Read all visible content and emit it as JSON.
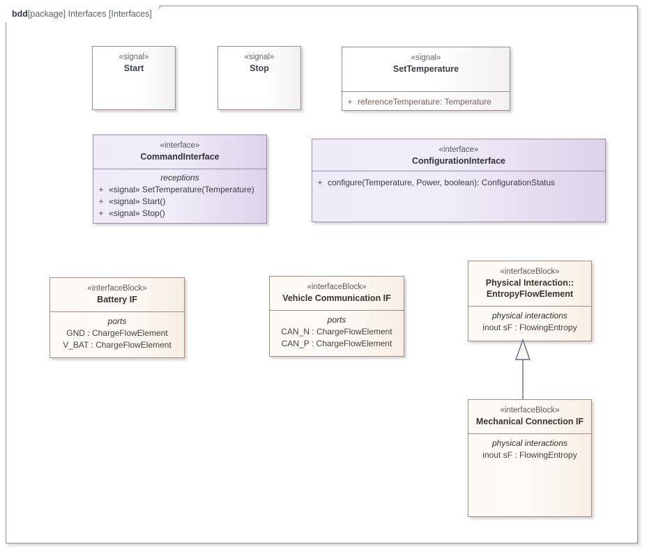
{
  "diagram": {
    "header": {
      "kind": "bdd",
      "scope": "[package] Interfaces [Interfaces]"
    }
  },
  "nodes": {
    "start_signal": {
      "stereotype": "«signal»",
      "name": "Start"
    },
    "stop_signal": {
      "stereotype": "«signal»",
      "name": "Stop"
    },
    "set_temperature_signal": {
      "stereotype": "«signal»",
      "name": "SetTemperature",
      "attributes": [
        {
          "visibility": "+",
          "text": "referenceTemperature: Temperature"
        }
      ]
    },
    "command_interface": {
      "stereotype": "«interface»",
      "name": "CommandInterface",
      "compartment_title": "receptions",
      "receptions": [
        {
          "visibility": "+",
          "text": "«signal» SetTemperature(Temperature)"
        },
        {
          "visibility": "+",
          "text": "«signal» Start()"
        },
        {
          "visibility": "+",
          "text": "«signal» Stop()"
        }
      ]
    },
    "configuration_interface": {
      "stereotype": "«interface»",
      "name": "ConfigurationInterface",
      "operations": [
        {
          "visibility": "+",
          "text": "configure(Temperature, Power, boolean): ConfigurationStatus"
        }
      ]
    },
    "battery_if": {
      "stereotype": "«interfaceBlock»",
      "name": "Battery IF",
      "compartment_title": "ports",
      "ports": [
        "GND : ChargeFlowElement",
        "V_BAT : ChargeFlowElement"
      ]
    },
    "vehicle_communication_if": {
      "stereotype": "«interfaceBlock»",
      "name": "Vehicle Communication IF",
      "compartment_title": "ports",
      "ports": [
        "CAN_N : ChargeFlowElement",
        "CAN_P : ChargeFlowElement"
      ]
    },
    "entropy_flow_element": {
      "stereotype": "«interfaceBlock»",
      "name_line1": "Physical Interaction::",
      "name_line2": "EntropyFlowElement",
      "compartment_title": "physical interactions",
      "interactions": [
        "inout sF : FlowingEntropy"
      ]
    },
    "mechanical_connection_if": {
      "stereotype": "«interfaceBlock»",
      "name": "Mechanical Connection IF",
      "compartment_title": "physical interactions",
      "interactions": [
        "inout sF : FlowingEntropy"
      ]
    }
  },
  "connectors": {
    "generalization": {
      "type": "generalization",
      "source": "Mechanical Connection IF",
      "target": "Physical Interaction::EntropyFlowElement"
    }
  },
  "colors": {
    "frame_border": "#8e8e8e",
    "signal_border": "#9e8890",
    "interface_fill": "#efebf8",
    "interface_border": "#9b8aa6",
    "interface_block_fill": "#fdfaf6",
    "interface_block_border": "#a08a80",
    "generalization_line": "#5b6b8c"
  }
}
